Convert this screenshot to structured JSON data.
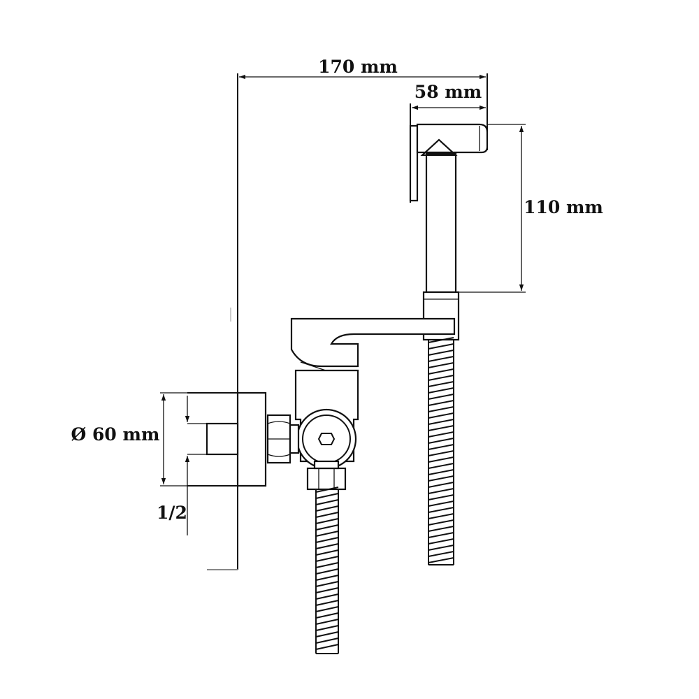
{
  "dimensions": {
    "overall_width": "170 mm",
    "handset_width": "58 mm",
    "handset_height": "110 mm",
    "flange_diameter": "Ø 60 mm",
    "thread_size": "1/2"
  },
  "colors": {
    "line": "#111111",
    "background": "#ffffff",
    "wall_stub": "#888888"
  }
}
